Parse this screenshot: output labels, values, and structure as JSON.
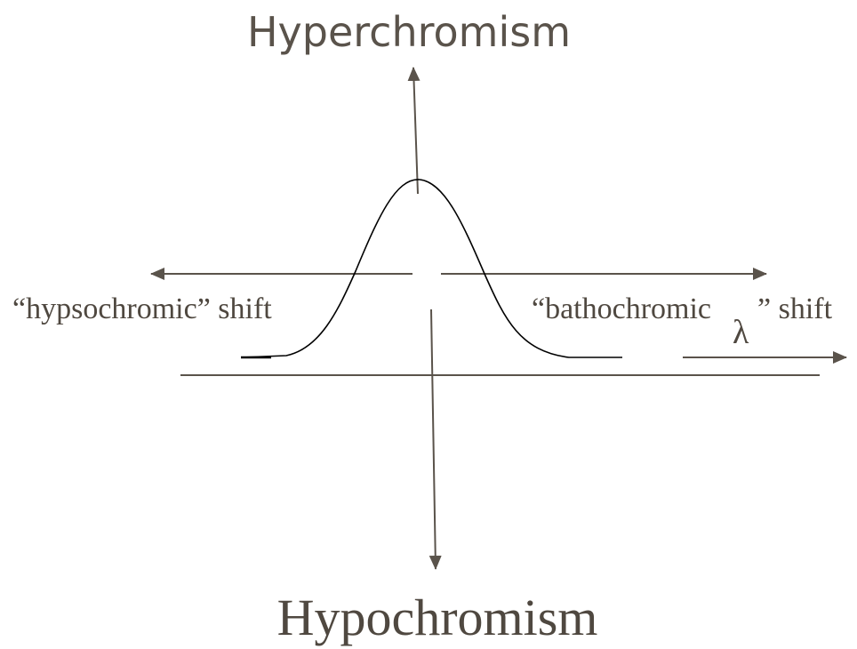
{
  "labels": {
    "top": "Hyperchromism",
    "bottom": "Hypochromism",
    "left": "“hypsochromic” shift",
    "right_part1": "“bathochromic",
    "right_part2": "” shift",
    "lambda": "λ"
  },
  "colors": {
    "arrow": "#5a534b",
    "curve": "#000000",
    "text": "#5a534b",
    "background": "#ffffff"
  }
}
